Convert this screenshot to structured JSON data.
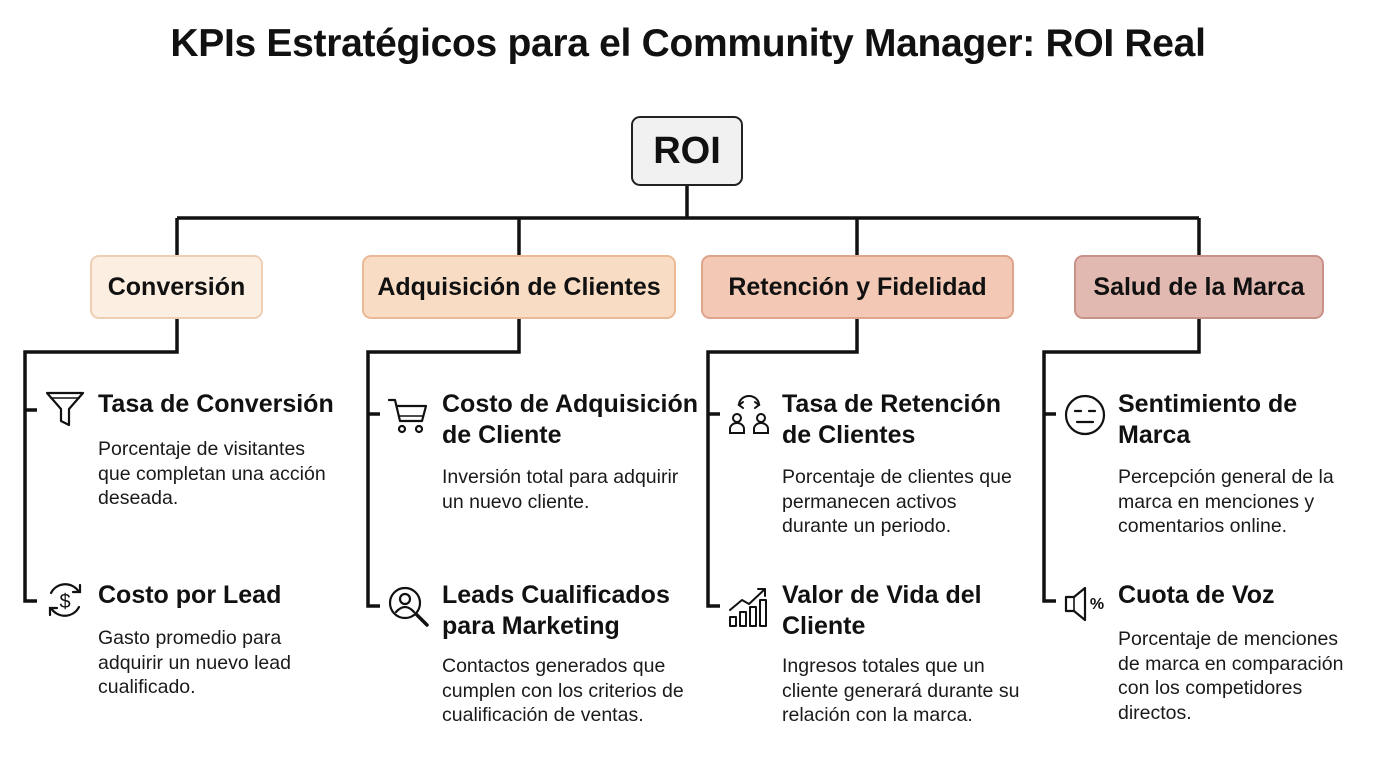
{
  "title": "KPIs Estratégicos para el Community Manager: ROI Real",
  "root": {
    "label": "ROI"
  },
  "columns": [
    {
      "category": "Conversión",
      "color": "#fcefe2",
      "items": [
        {
          "icon": "funnel-icon",
          "title": "Tasa de Conversión",
          "desc": "Porcentaje de visitantes que completan una acción deseada."
        },
        {
          "icon": "dollar-cycle-icon",
          "title": "Costo por Lead",
          "desc": "Gasto promedio para adquirir un nuevo lead cualificado."
        }
      ]
    },
    {
      "category": "Adquisición de Clientes",
      "color": "#f9dcc4",
      "items": [
        {
          "icon": "shopping-cart-icon",
          "title": "Costo de Adquisición de Cliente",
          "desc": "Inversión total para adquirir un nuevo cliente."
        },
        {
          "icon": "user-search-icon",
          "title": "Leads Cualificados para Marketing",
          "desc": "Contactos generados que cumplen con los criterios de cualificación de ventas."
        }
      ]
    },
    {
      "category": "Retención y Fidelidad",
      "color": "#f3c8b4",
      "items": [
        {
          "icon": "users-cycle-icon",
          "title": "Tasa de Retención de Clientes",
          "desc": "Porcentaje de clientes que permanecen activos durante un periodo."
        },
        {
          "icon": "growth-chart-icon",
          "title": "Valor de Vida del Cliente",
          "desc": "Ingresos totales que un cliente generará durante su relación con la marca."
        }
      ]
    },
    {
      "category": "Salud de la Marca",
      "color": "#e2b9b0",
      "items": [
        {
          "icon": "neutral-face-icon",
          "title": "Sentimiento de Marca",
          "desc": "Percepción general de la marca en menciones y comentarios online."
        },
        {
          "icon": "speaker-percent-icon",
          "title": "Cuota de Voz",
          "desc": "Porcentaje de menciones de marca en comparación con los competidores directos."
        }
      ]
    }
  ]
}
